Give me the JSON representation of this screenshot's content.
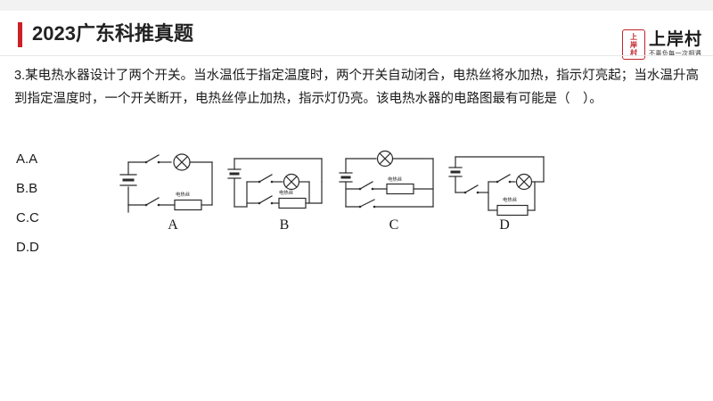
{
  "header": {
    "title": "2023广东科推真题",
    "accent_color": "#cc2027"
  },
  "logo": {
    "seal_chars": [
      "上",
      "岸",
      "村"
    ],
    "name": "上岸村",
    "tagline": "不辜负每一次相遇"
  },
  "question": {
    "text": "3.某电热水器设计了两个开关。当水温低于指定温度时，两个开关自动闭合，电热丝将水加热，指示灯亮起；当水温升高到指定温度时，一个开关断开，电热丝停止加热，指示灯仍亮。该电热水器的电路图最有可能是（　）。"
  },
  "options": [
    {
      "label": "A.A"
    },
    {
      "label": "B.B"
    },
    {
      "label": "C.C"
    },
    {
      "label": "D.D"
    }
  ],
  "figures": [
    {
      "id": "A",
      "caption": "A",
      "resistor_label": "电热丝",
      "components": [
        "battery",
        "switch",
        "lamp",
        "switch",
        "heating-wire"
      ]
    },
    {
      "id": "B",
      "caption": "B",
      "resistor_label": "电热丝",
      "components": [
        "battery",
        "switch",
        "lamp",
        "switch",
        "heating-wire"
      ]
    },
    {
      "id": "C",
      "caption": "C",
      "resistor_label": "电热丝",
      "components": [
        "battery",
        "lamp",
        "switch",
        "heating-wire",
        "switch"
      ]
    },
    {
      "id": "D",
      "caption": "D",
      "resistor_label": "电热丝",
      "components": [
        "battery",
        "switch",
        "switch",
        "lamp",
        "heating-wire"
      ]
    }
  ]
}
